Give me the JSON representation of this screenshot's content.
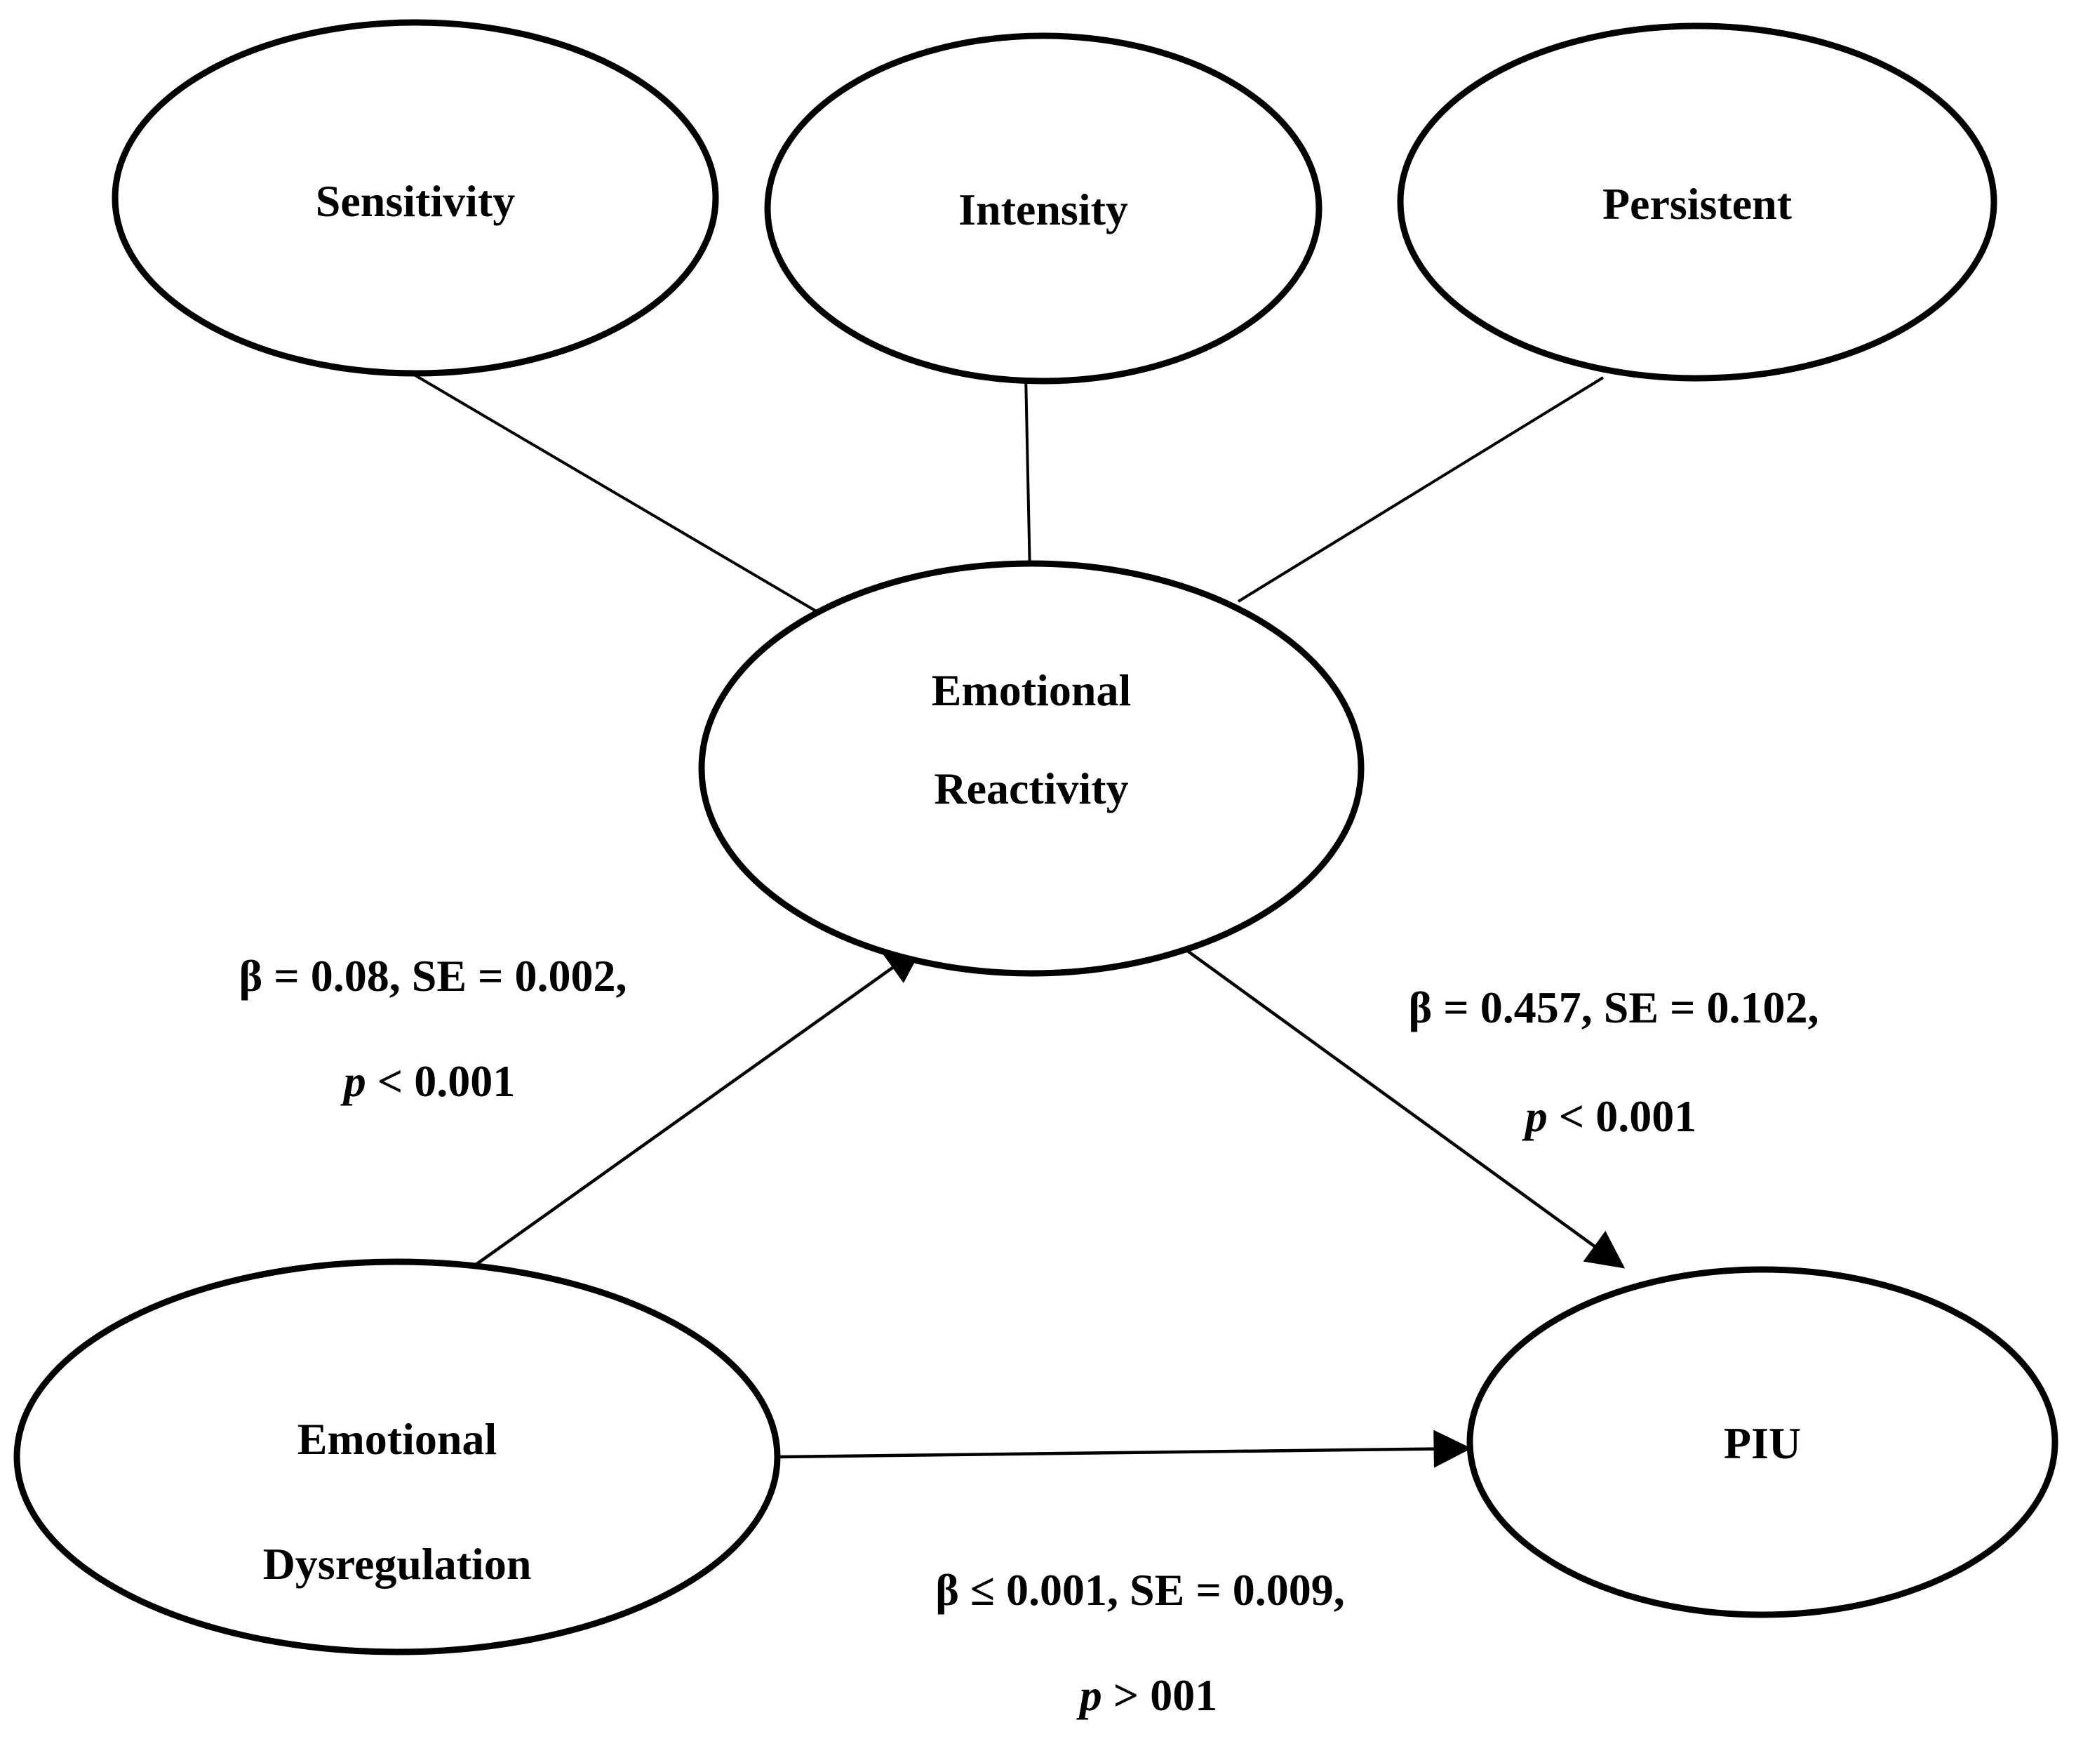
{
  "figure": {
    "background_color": "#ffffff",
    "line_color": "#000000",
    "type": "structural-equation-model-path-diagram",
    "nodes": {
      "sensitivity": {
        "label": "Sensitivity"
      },
      "intensity": {
        "label": "Intensity"
      },
      "persistent": {
        "label": "Persistent"
      },
      "emotional_reactivity": {
        "label_line1": "Emotional",
        "label_line2": "Reactivity"
      },
      "emotional_dysregulation": {
        "label_line1": "Emotional",
        "label_line2": "Dysregulation"
      },
      "piu": {
        "label": "PIU"
      }
    },
    "edges": {
      "dysregulation_to_reactivity": {
        "stats_line1": "β = 0.08, SE = 0.002,",
        "p_symbol": "p",
        "p_rest": " < 0.001"
      },
      "reactivity_to_piu": {
        "stats_line1": "β = 0.457, SE = 0.102,",
        "p_symbol": "p",
        "p_rest": " < 0.001"
      },
      "dysregulation_to_piu": {
        "stats_line1": "β ≤ 0.001, SE = 0.009,",
        "p_symbol": "p",
        "p_rest": " > 001"
      }
    }
  }
}
